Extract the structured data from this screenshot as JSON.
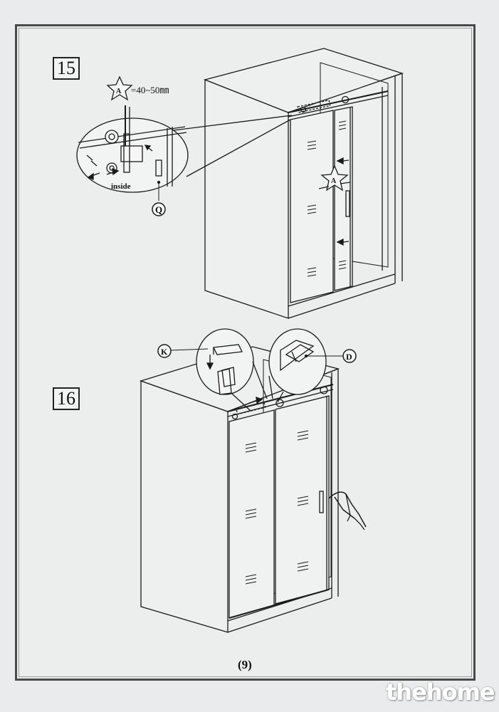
{
  "steps": [
    {
      "number": "15"
    },
    {
      "number": "16"
    }
  ],
  "step15": {
    "marker_letter": "A",
    "dimension_text": "=40~50㎜",
    "side_label": "inside",
    "callout_label": "Q",
    "door_marker_letter": "A"
  },
  "step16": {
    "callout_left": "K",
    "callout_right": "D"
  },
  "page_number": "(9)",
  "watermark": "thehome"
}
